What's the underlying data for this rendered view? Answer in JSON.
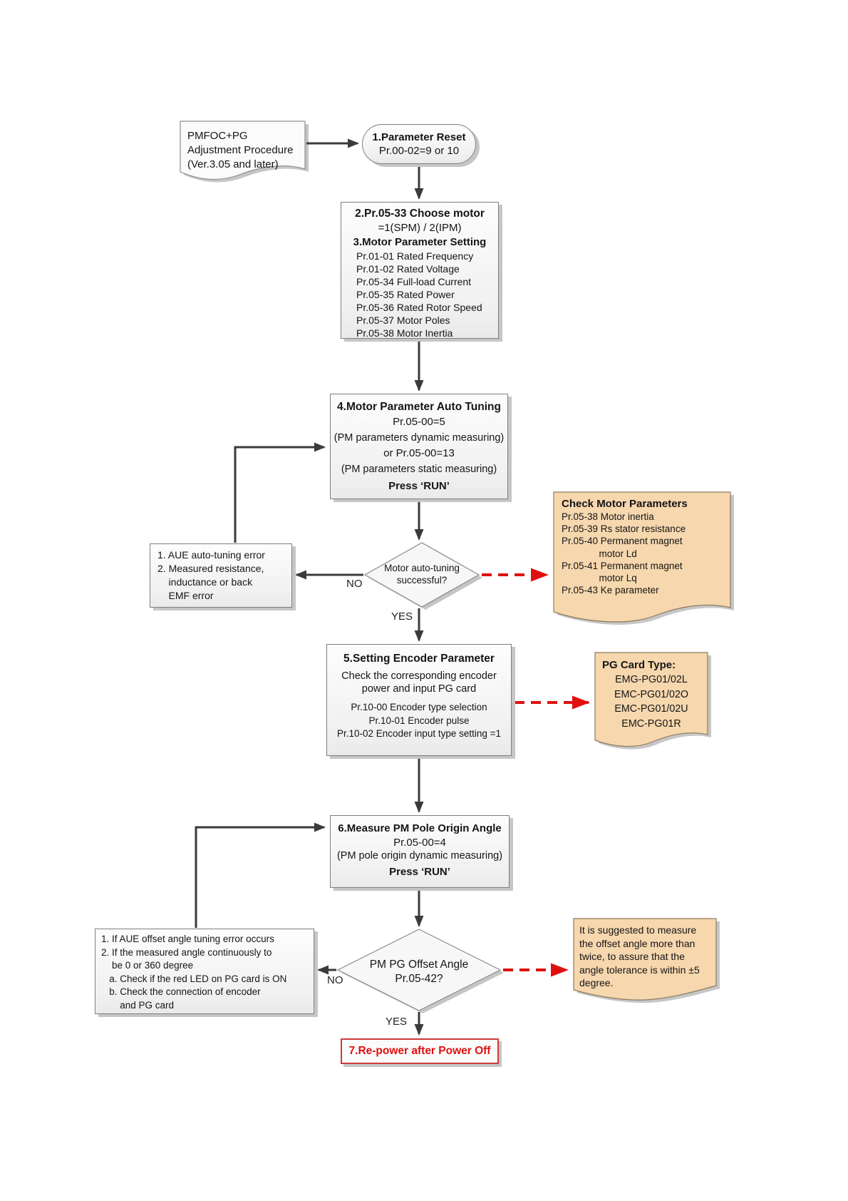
{
  "colors": {
    "accent_red": "#e01010",
    "note_fill": "#f6d7ae",
    "box_border": "#7e7e7e",
    "arrow_dark": "#3b3b3b"
  },
  "noteA": {
    "lines": [
      "PMFOC+PG",
      "Adjustment Procedure",
      "(Ver.3.05 and later)"
    ]
  },
  "step1": {
    "title": "1.Parameter Reset",
    "subtitle": "Pr.00-02=9 or 10"
  },
  "step23": {
    "heading": "2.Pr.05-33 Choose motor",
    "subheading": "=1(SPM) / 2(IPM)",
    "heading2": "3.Motor Parameter Setting",
    "params": [
      "Pr.01-01 Rated Frequency",
      "Pr.01-02 Rated Voltage",
      "Pr.05-34 Full-load Current",
      "Pr.05-35 Rated Power",
      "Pr.05-36 Rated Rotor Speed",
      "Pr.05-37 Motor Poles",
      "Pr.05-38 Motor Inertia"
    ]
  },
  "step4": {
    "title": "4.Motor Parameter Auto Tuning",
    "lines": [
      "Pr.05-00=5",
      "(PM parameters dynamic measuring)",
      "or Pr.05-00=13",
      "(PM parameters static measuring)"
    ],
    "press": "Press  ‘RUN’"
  },
  "decision1": {
    "question_line1": "Motor auto-tuning",
    "question_line2": "successful?",
    "no_label": "NO",
    "yes_label": "YES"
  },
  "errbox1": {
    "lines": [
      "1. AUE auto-tuning error",
      "2. Measured resistance,",
      "    inductance or back",
      "    EMF error"
    ]
  },
  "noteB": {
    "title": "Check Motor Parameters",
    "lines": [
      "Pr.05-38 Motor inertia",
      "Pr.05-39 Rs stator resistance",
      "Pr.05-40 Permanent magnet",
      "              motor Ld",
      "Pr.05-41 Permanent magnet",
      "              motor Lq",
      "Pr.05-43 Ke parameter"
    ]
  },
  "step5": {
    "title": "5.Setting Encoder Parameter",
    "desc1": "Check the corresponding encoder",
    "desc2": "power and input PG card",
    "params": [
      "Pr.10-00 Encoder type selection",
      "Pr.10-01 Encoder pulse",
      "Pr.10-02 Encoder input type setting =1"
    ]
  },
  "noteC": {
    "title": "PG Card Type:",
    "items": [
      "EMG-PG01/02L",
      "EMC-PG01/02O",
      "EMC-PG01/02U",
      "EMC-PG01R"
    ]
  },
  "step6": {
    "title": "6.Measure PM Pole Origin Angle",
    "lines": [
      "Pr.05-00=4",
      "(PM pole origin dynamic measuring)"
    ],
    "press": "Press  ‘RUN’"
  },
  "decision2": {
    "question_line1": "PM PG Offset Angle",
    "question_line2": "Pr.05-42?",
    "no_label": "NO",
    "yes_label": "YES"
  },
  "errbox2": {
    "lines": [
      "1. If AUE offset angle tuning error occurs",
      "2. If the measured angle continuously to",
      "    be 0 or 360 degree",
      "   a. Check if the red LED on PG card is ON",
      "   b. Check the connection of encoder",
      "       and PG card"
    ]
  },
  "noteD": {
    "lines": [
      "It is suggested to measure",
      "the offset angle more than",
      "twice, to assure that the",
      "angle tolerance is within ±5",
      "degree."
    ]
  },
  "step7": {
    "title": "7.Re-power after Power Off"
  }
}
